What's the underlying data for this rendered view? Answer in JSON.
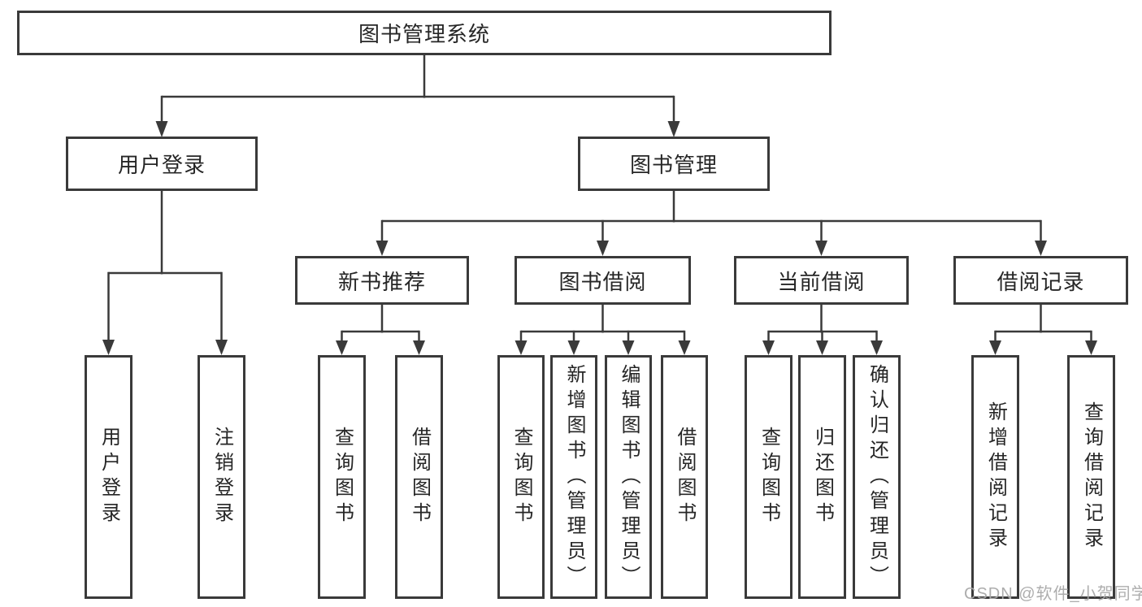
{
  "diagram": {
    "root": {
      "label": "图书管理系统"
    },
    "level2": [
      {
        "label": "用户登录"
      },
      {
        "label": "图书管理"
      }
    ],
    "level3": [
      {
        "label": "新书推荐"
      },
      {
        "label": "图书借阅"
      },
      {
        "label": "当前借阅"
      },
      {
        "label": "借阅记录"
      }
    ],
    "leaves": {
      "user_login": [
        "用户登录",
        "注销登录"
      ],
      "new_book_recommend": [
        "查询图书",
        "借阅图书"
      ],
      "book_borrow": [
        "查询图书",
        "新增图书（管理员）",
        "编辑图书（管理员）",
        "借阅图书"
      ],
      "current_borrow": [
        "查询图书",
        "归还图书",
        "确认归还（管理员）"
      ],
      "borrow_records": [
        "新增借阅记录",
        "查询借阅记录"
      ]
    },
    "watermark": "CSDN @软件_小贺同学",
    "colors": {
      "line": "#3a3a3a",
      "text": "#262626",
      "watermark": "#a9a9a9",
      "background": "#ffffff"
    }
  }
}
